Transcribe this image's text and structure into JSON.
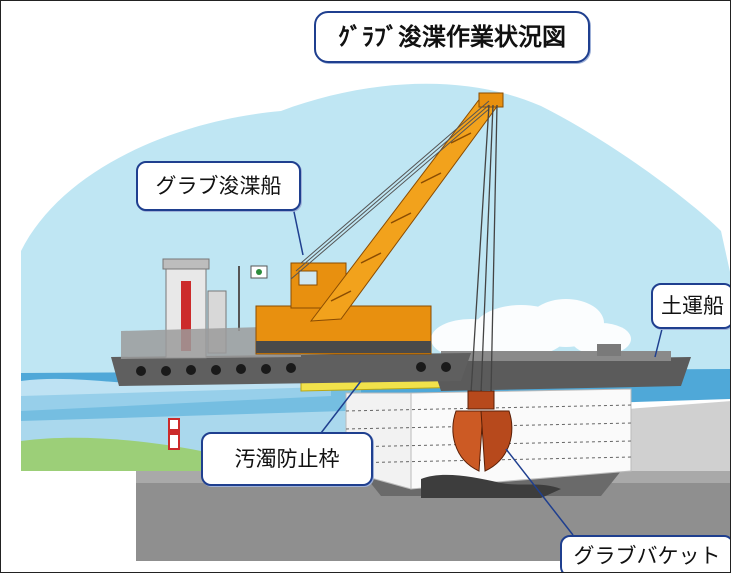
{
  "title": "ｸﾞﾗﾌﾞ浚渫作業状況図",
  "labels": {
    "ship": "グラブ浚渫船",
    "barge": "土運船",
    "fence": "汚濁防止枠",
    "bucket": "グラブバケット"
  },
  "colors": {
    "sky": "#bfe6f3",
    "sea": "#4fa8d8",
    "seabed": "#8f8f8f",
    "crane": "#e8900f",
    "bucket": "#b7491c",
    "barge_hull": "#5b5b5b",
    "label_border": "#1f3f8f"
  }
}
